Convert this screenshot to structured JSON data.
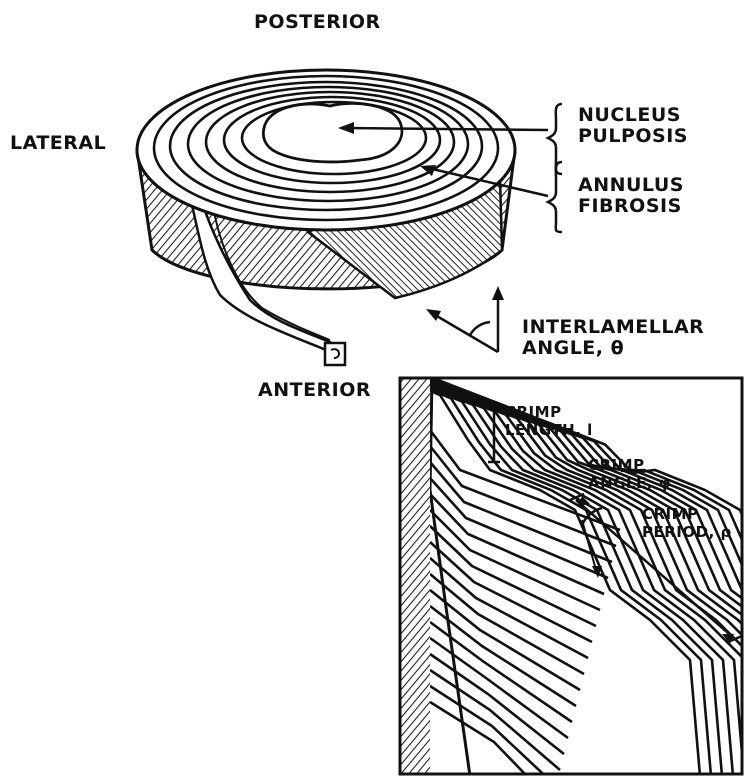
{
  "labels": {
    "posterior": "POSTERIOR",
    "lateral": "LATERAL",
    "anterior": "ANTERIOR",
    "nucleus_line1": "NUCLEUS",
    "nucleus_line2": "PULPOSIS",
    "annulus_line1": "ANNULUS",
    "annulus_line2": "FIBROSIS",
    "interlamellar_line1": "INTERLAMELLAR",
    "interlamellar_line2": "ANGLE, θ",
    "crimp_length_line1": "CRIMP",
    "crimp_length_line2": "LENGTH, l",
    "crimp_angle_line1": "CRIMP",
    "crimp_angle_line2": "ANGLE, φ",
    "crimp_period_line1": "CRIMP",
    "crimp_period_line2": "PERIOD, ρ"
  },
  "colors": {
    "ink": "#111111",
    "paper": "#ffffff"
  }
}
